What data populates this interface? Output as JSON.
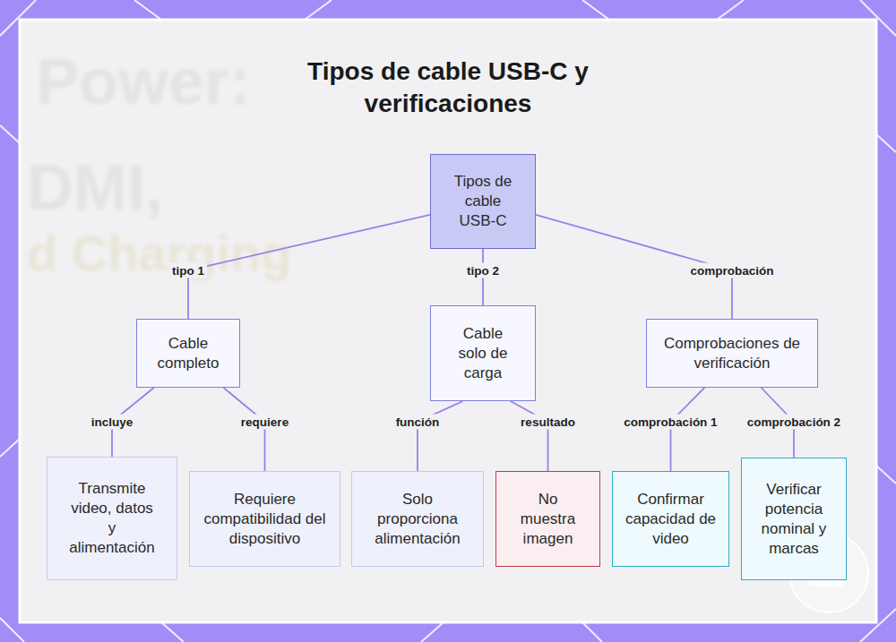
{
  "diagram": {
    "title": "Tipos de cable USB-C y verificaciones",
    "nodes": [
      {
        "text": [
          "Tipos de cable USB-C"
        ]
      },
      {
        "text": [
          "Cable completo"
        ]
      },
      {
        "text": [
          "Cable solo de carga"
        ]
      },
      {
        "text": [
          "Comprobaciones de verificación"
        ]
      },
      {
        "text": [
          "Transmite video, datos y alimentación"
        ]
      },
      {
        "text": [
          "Requiere compatibilidad del dispositivo"
        ]
      },
      {
        "text": [
          "Solo proporciona alimentación"
        ]
      },
      {
        "text": [
          "No muestra imagen"
        ]
      },
      {
        "text": [
          "Confirmar capacidad de video"
        ]
      },
      {
        "text": [
          "Verificar potencia nominal y marcas"
        ]
      }
    ],
    "edges": [
      {
        "from": 0,
        "to": 1,
        "label": "tipo 1",
        "arrow": "none"
      },
      {
        "from": 0,
        "to": 2,
        "label": "tipo 2",
        "arrow": "none"
      },
      {
        "from": 0,
        "to": 3,
        "label": "comprobación",
        "arrow": "none"
      },
      {
        "from": 1,
        "to": 4,
        "label": "incluye",
        "arrow": "none"
      },
      {
        "from": 1,
        "to": 5,
        "label": "requiere",
        "arrow": "none"
      },
      {
        "from": 2,
        "to": 6,
        "label": "función",
        "arrow": "none"
      },
      {
        "from": 2,
        "to": 7,
        "label": "resultado",
        "arrow": "none"
      },
      {
        "from": 3,
        "to": 8,
        "label": "comprobación 1",
        "arrow": "none"
      },
      {
        "from": 3,
        "to": 9,
        "label": "comprobación 2",
        "arrow": "none"
      }
    ],
    "labels": [
      "Power:",
      "DMI,",
      "d Charging"
    ]
  }
}
